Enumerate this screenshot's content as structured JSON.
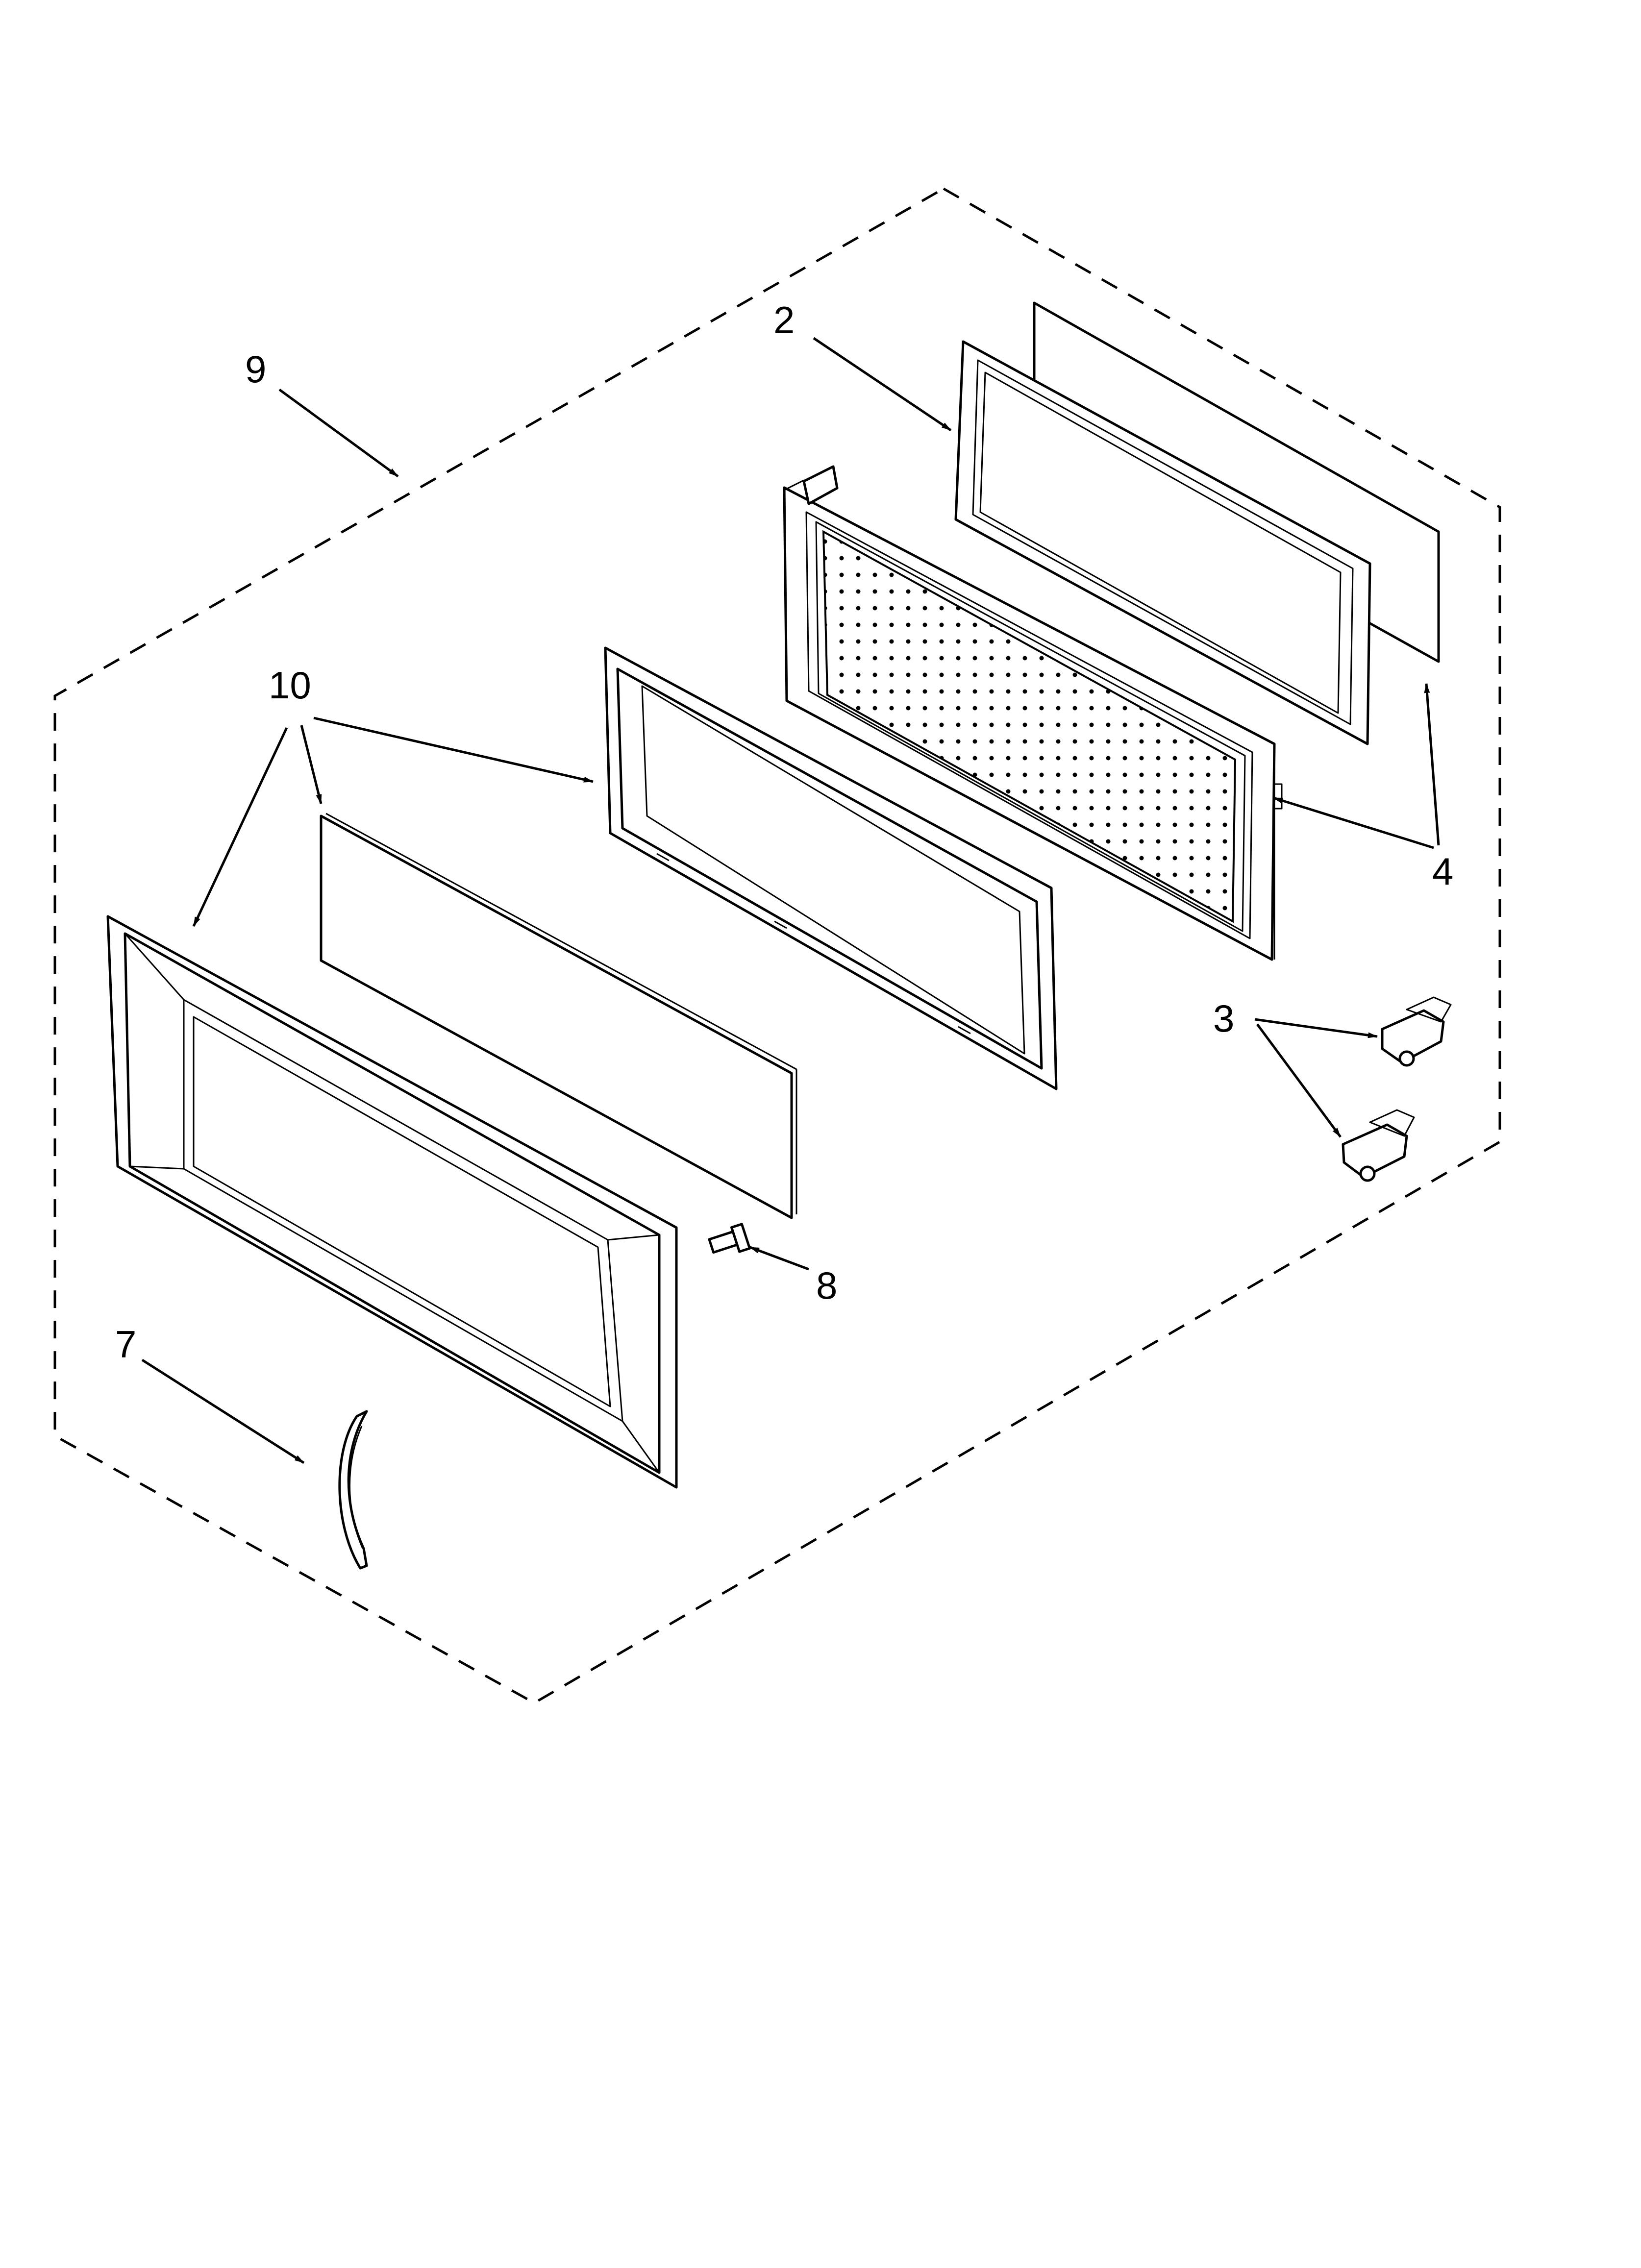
{
  "diagram": {
    "colors": {
      "line": "#000000",
      "background": "#ffffff"
    },
    "callouts": [
      {
        "id": "9",
        "label": "9"
      },
      {
        "id": "2",
        "label": "2"
      },
      {
        "id": "10",
        "label": "10"
      },
      {
        "id": "4",
        "label": "4"
      },
      {
        "id": "3",
        "label": "3"
      },
      {
        "id": "8",
        "label": "8"
      },
      {
        "id": "7",
        "label": "7"
      }
    ],
    "parts": [
      {
        "id": "door-assembly",
        "callout": "9"
      },
      {
        "id": "door-choke",
        "callout": "2"
      },
      {
        "id": "door-window-glass",
        "callout": "4"
      },
      {
        "id": "inner-door-panel",
        "callout": "4"
      },
      {
        "id": "door-trim-frame",
        "callout": "10"
      },
      {
        "id": "door-glass-panel",
        "callout": "10"
      },
      {
        "id": "outer-door-frame",
        "callout": "10"
      },
      {
        "id": "hinge-brackets",
        "callout": "3"
      },
      {
        "id": "screw",
        "callout": "8"
      },
      {
        "id": "door-handle",
        "callout": "7"
      }
    ]
  }
}
